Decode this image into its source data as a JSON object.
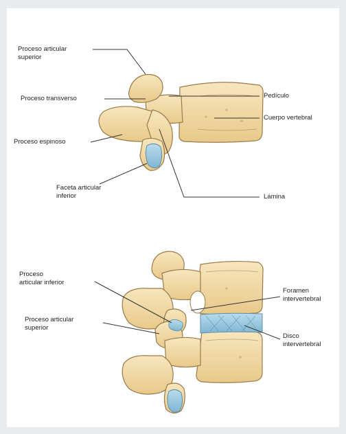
{
  "top_view": {
    "labels": {
      "proceso_articular_superior": [
        "Proceso articular",
        "superior"
      ],
      "proceso_transverso": [
        "Proceso transverso"
      ],
      "proceso_espinoso": [
        "Proceso espinoso"
      ],
      "faceta_articular_inferior": [
        "Faceta articular",
        "inferior"
      ],
      "pediculo": [
        "Pedículo"
      ],
      "cuerpo_vertebral": [
        "Cuerpo vertebral"
      ],
      "lamina": [
        "Lámina"
      ]
    }
  },
  "bottom_view": {
    "labels": {
      "proceso_articular_inferior": [
        "Proceso",
        "articular inferior"
      ],
      "proceso_articular_superior": [
        "Proceso articular",
        "superior"
      ],
      "foramen_intervertebral": [
        "Foramen",
        "intervertebral"
      ],
      "disco_intervertebral": [
        "Disco",
        "intervertebral"
      ]
    }
  },
  "colors": {
    "page_background": "#e9ecef",
    "panel": "#ffffff",
    "bone": "#f2d9a2",
    "bone_outline": "#9a7a4a",
    "cartilage": "#8fc3dc",
    "leader_line": "#333333"
  }
}
